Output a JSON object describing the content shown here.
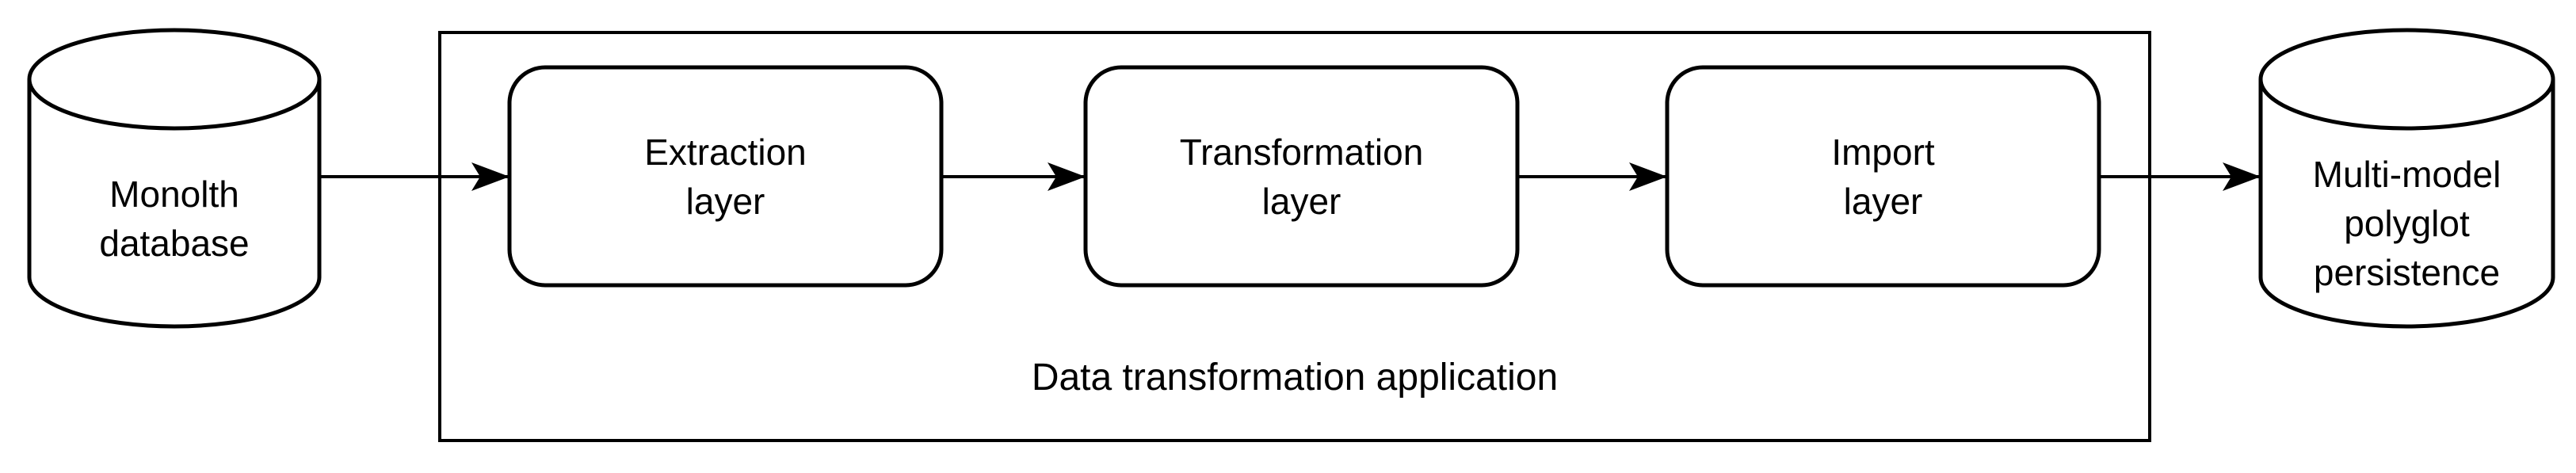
{
  "diagram": {
    "type": "flow-diagram",
    "monolith_db": {
      "shape": "database-cylinder",
      "label": "Monolth\ndatabase"
    },
    "application": {
      "shape": "container-rectangle",
      "label": "Data transformation application"
    },
    "layers": [
      {
        "shape": "rounded-rectangle",
        "label": "Extraction\nlayer"
      },
      {
        "shape": "rounded-rectangle",
        "label": "Transformation\nlayer"
      },
      {
        "shape": "rounded-rectangle",
        "label": "Import\nlayer"
      }
    ],
    "target_db": {
      "shape": "database-cylinder",
      "label": "Multi-model\npolyglot\npersistence"
    },
    "connections": [
      {
        "from": "Monolth database",
        "to": "Extraction layer"
      },
      {
        "from": "Extraction layer",
        "to": "Transformation layer"
      },
      {
        "from": "Transformation layer",
        "to": "Import layer"
      },
      {
        "from": "Import layer",
        "to": "Multi-model polyglot persistence"
      }
    ],
    "colors": {
      "stroke": "#000000",
      "fill": "#ffffff",
      "text": "#000000",
      "background": "#ffffff"
    }
  }
}
